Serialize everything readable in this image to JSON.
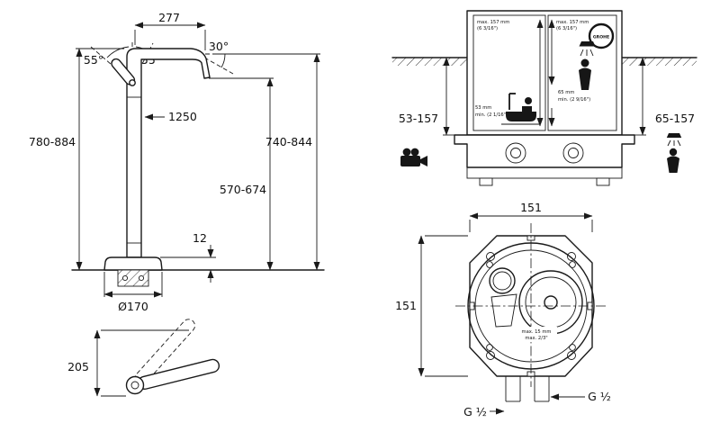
{
  "side_view": {
    "spout_reach": "277",
    "angle_left": "55°",
    "angle_right": "55°",
    "angle_spout": "30°",
    "hose_length": "1250",
    "height_total": "780-884",
    "height_outlet_max": "740-844",
    "height_outlet": "570-674",
    "plate_height": "12",
    "base_diameter": "Ø170"
  },
  "plan_view": {
    "swivel_depth": "205"
  },
  "section_view": {
    "depth_bath": "53-157",
    "depth_shower": "65-157",
    "bath_max_mm": "max. 157 mm",
    "bath_max_in": "(6 3/16\")",
    "shower_max_mm": "max. 157 mm",
    "shower_max_in": "(6 3/16\")",
    "bath_min_mm": "53 mm",
    "bath_min_in": "min. (2 1/16\")",
    "shower_min_mm": "65 mm",
    "shower_min_in": "min. (2 9/16\")",
    "brand": "GROHE"
  },
  "top_view": {
    "width": "151",
    "height": "151",
    "note_mm": "max. 15 mm",
    "note_in": "max. 2/3\"",
    "thread_left": "G ½",
    "thread_right": "G ½"
  }
}
